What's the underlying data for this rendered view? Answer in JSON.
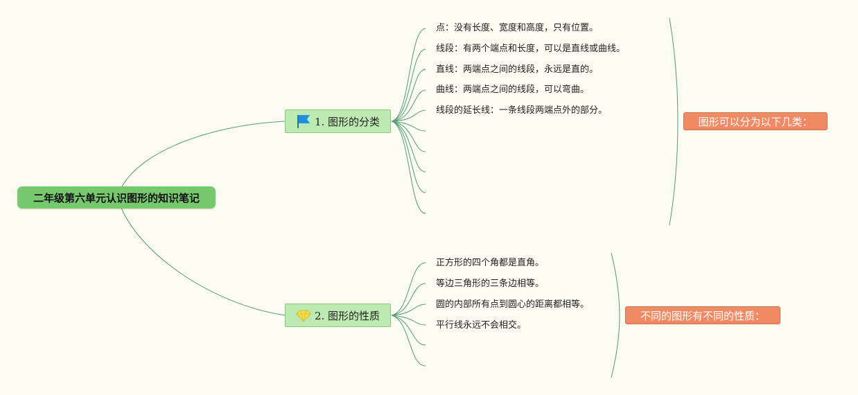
{
  "root": {
    "label": "二年级第六单元认识图形的知识笔记"
  },
  "branches": [
    {
      "label": "1. 图形的分类",
      "icon": "flag-icon",
      "items": [
        "点：没有长度、宽度和高度，只有位置。",
        "线段：有两个端点和长度，可以是直线或曲线。",
        "直线：两端点之间的线段，永远是直的。",
        "曲线：两端点之间的线段，可以弯曲。",
        "线段的延长线：一条线段两端点外的部分。"
      ],
      "summary": "图形可以分为以下几类："
    },
    {
      "label": "2. 图形的性质",
      "icon": "gem-icon",
      "items": [
        "正方形的四个角都是直角。",
        "等边三角形的三条边相等。",
        "圆的内部所有点到圆心的距离都相等。",
        "平行线永远不会相交。"
      ],
      "summary": "不同的图形有不同的性质："
    }
  ],
  "colors": {
    "background": "#fdfbf1",
    "root": "#77c96e",
    "branch": "#bde9b2",
    "summary": "#ef8a64",
    "line": "#4f9e70"
  }
}
